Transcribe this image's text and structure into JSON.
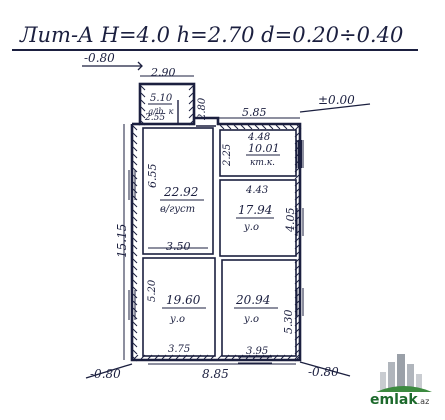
{
  "title": "Лит-А  H=4.0  h=2.70  d=0.20÷0.40",
  "levels": {
    "top_left": "-0.80",
    "top_right": "±0.00",
    "bottom_left": "-0.80",
    "bottom_right": "-0.80"
  },
  "dimensions": {
    "top_small_width": "2.90",
    "small_room_side": "2.80",
    "small_room_inner": "2.55",
    "right_top_width": "5.85",
    "kitchen_width": "4.48",
    "kitchen_depth": "2.25",
    "left_height": "15.15",
    "room1_height": "6.55",
    "mid_width_left": "3.50",
    "mid_width_right": "4.43",
    "right_mid_height": "4.05",
    "bottom_left_height": "5.20",
    "bottom_right_height": "5.30",
    "bottom_left_width": "3.75",
    "bottom_right_width": "3.95",
    "overall_width": "8.85"
  },
  "rooms": [
    {
      "area": "5.10",
      "use": "g/ib. к"
    },
    {
      "area": "10.01",
      "use": "кт.к."
    },
    {
      "area": "22.92",
      "use": "в/густ"
    },
    {
      "area": "17.94",
      "use": "у.о"
    },
    {
      "area": "19.60",
      "use": "у.о"
    },
    {
      "area": "20.94",
      "use": "у.о"
    }
  ],
  "watermark": {
    "brand": "emlak",
    "suffix": ".az"
  }
}
